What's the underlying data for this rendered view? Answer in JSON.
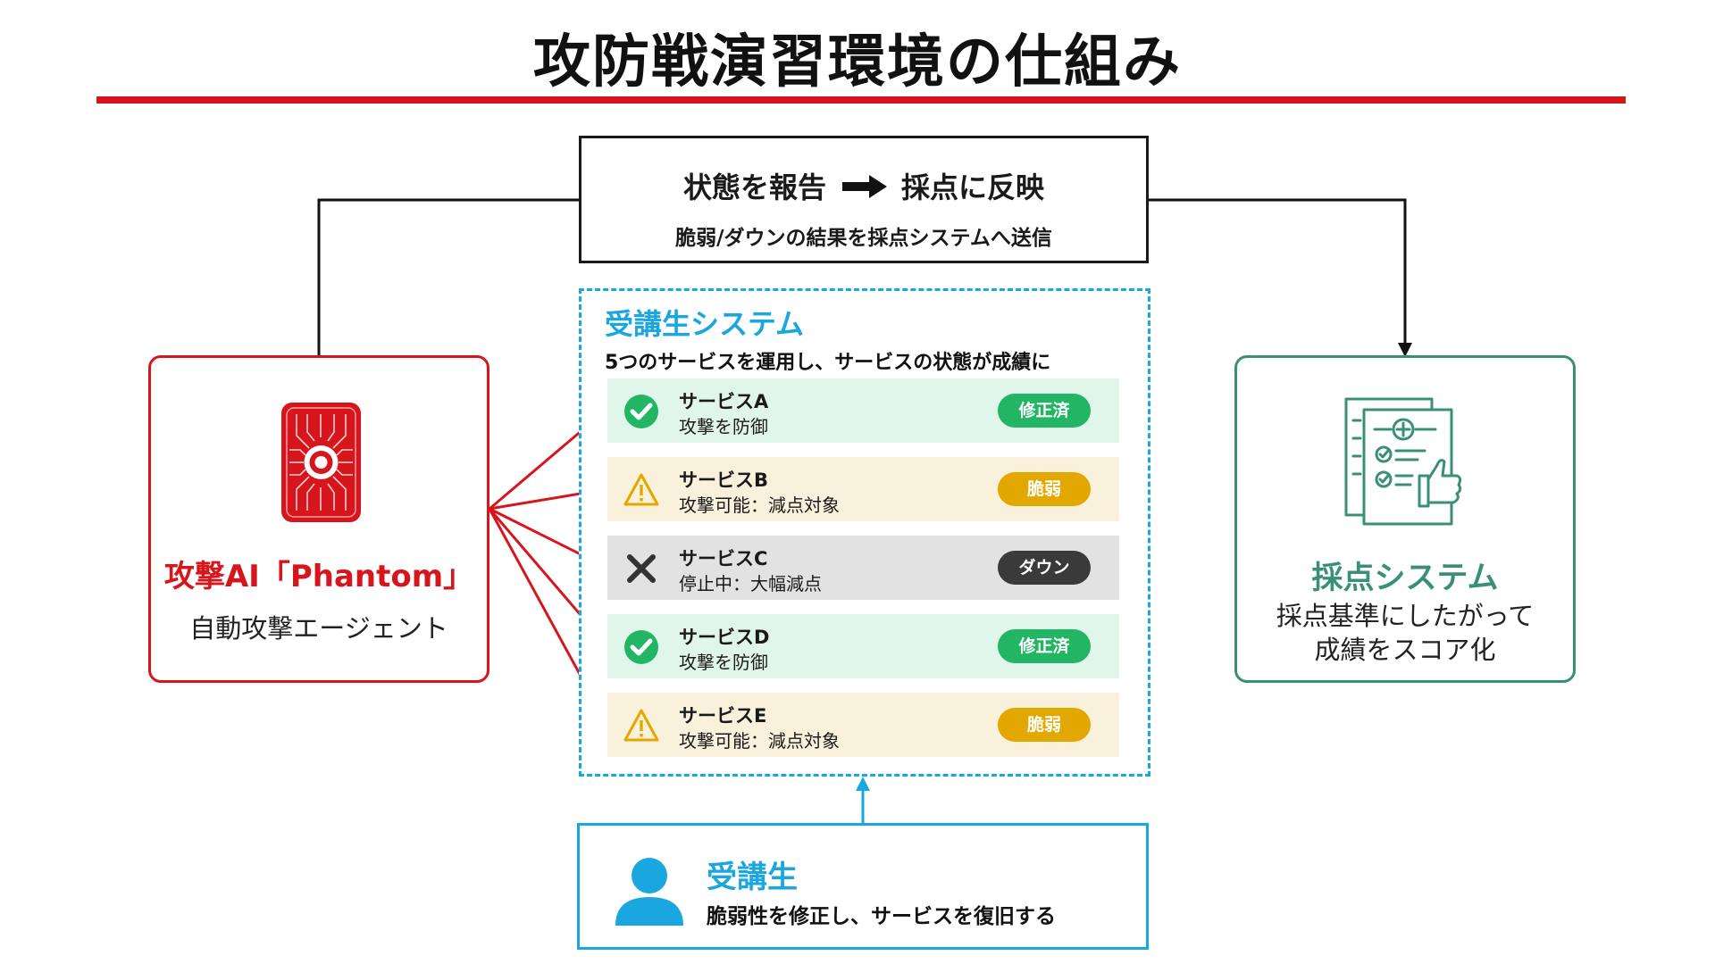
{
  "title": "攻防戦演習環境の仕組み",
  "colors": {
    "red": "#d6161c",
    "blue": "#1aa6de",
    "green": "#3a8f77",
    "fixed": "#22b563",
    "vulnerable": "#e3a800",
    "down": "#3a3a3a",
    "bg_fixed": "#e1f6ea",
    "bg_vulnerable": "#faf1dc",
    "bg_down": "#e2e2e2"
  },
  "report": {
    "left": "状態を報告",
    "right": "採点に反映",
    "arrow_icon": "right-arrow-icon",
    "subtitle": "脆弱/ダウンの結果を採点システムへ送信"
  },
  "attacker": {
    "icon": "circuit-chip-icon",
    "title": "攻撃AI「Phantom」",
    "subtitle": "自動攻撃エージェント"
  },
  "student_system": {
    "title": "受講生システム",
    "description": "5つのサービスを運用し、サービスの状態が成績に",
    "services": [
      {
        "name": "サービスA",
        "description": "攻撃を防御",
        "badge": "修正済",
        "status": "fixed",
        "icon": "check-circle-icon"
      },
      {
        "name": "サービスB",
        "description": "攻撃可能：減点対象",
        "badge": "脆弱",
        "status": "vulnerable",
        "icon": "warning-icon"
      },
      {
        "name": "サービスC",
        "description": "停止中：大幅減点",
        "badge": "ダウン",
        "status": "down",
        "icon": "x-mark-icon"
      },
      {
        "name": "サービスD",
        "description": "攻撃を防御",
        "badge": "修正済",
        "status": "fixed",
        "icon": "check-circle-icon"
      },
      {
        "name": "サービスE",
        "description": "攻撃可能：減点対象",
        "badge": "脆弱",
        "status": "vulnerable",
        "icon": "warning-icon"
      }
    ]
  },
  "scoring": {
    "icon": "checklist-thumbs-up-icon",
    "title": "採点システム",
    "description_line1": "採点基準にしたがって",
    "description_line2": "成績をスコア化"
  },
  "learner": {
    "icon": "person-icon",
    "title": "受講生",
    "description": "脆弱性を修正し、サービスを復旧する"
  }
}
